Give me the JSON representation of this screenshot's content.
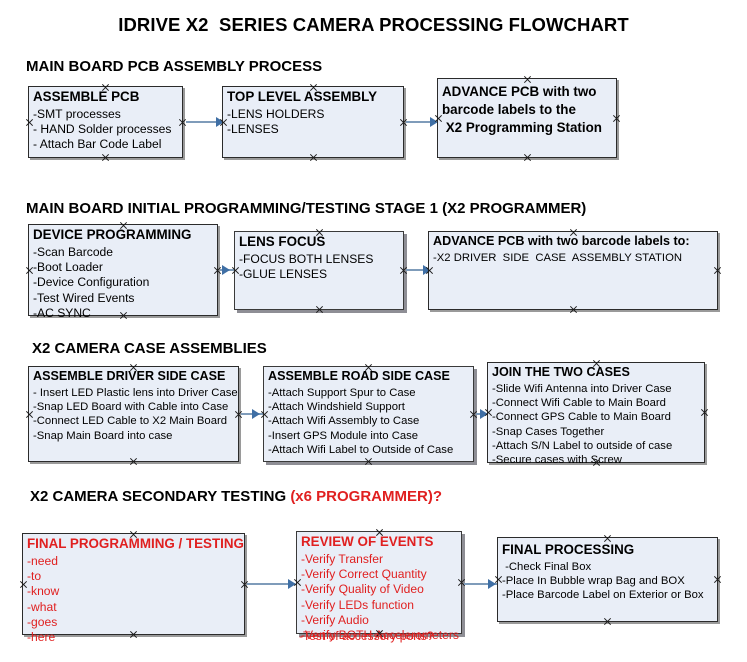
{
  "document": {
    "title": "IDRIVE X2  SERIES CAMERA PROCESSING FLOWCHART"
  },
  "colors": {
    "node_fill": "#e9eef7",
    "node_border": "#2b2b2b",
    "connector": "#7f9cba",
    "accent_red": "#e02020"
  },
  "sections": [
    {
      "heading": "MAIN BOARD PCB ASSEMBLY PROCESS",
      "heading_red": "",
      "nodes": [
        {
          "header": "ASSEMBLE PCB",
          "items": [
            "-SMT processes",
            "- HAND Solder processes",
            "- Attach Bar Code Label"
          ]
        },
        {
          "header": "TOP LEVEL ASSEMBLY",
          "items": [
            "-LENS HOLDERS",
            "-LENSES"
          ]
        },
        {
          "header": "ADVANCE PCB with two",
          "items": [
            "barcode labels to the",
            " X2 Programming Station"
          ]
        }
      ]
    },
    {
      "heading": "MAIN BOARD INITIAL PROGRAMMING/TESTING STAGE 1 (X2 PROGRAMMER)",
      "heading_red": "",
      "nodes": [
        {
          "header": "DEVICE PROGRAMMING",
          "items": [
            "-Scan Barcode",
            "-Boot Loader",
            "-Device Configuration",
            "-Test Wired Events",
            "-AC SYNC"
          ]
        },
        {
          "header": "LENS FOCUS",
          "items": [
            "-FOCUS BOTH LENSES",
            "-GLUE LENSES"
          ]
        },
        {
          "header": "ADVANCE PCB with two barcode labels to:",
          "items": [
            "-X2 DRIVER  SIDE  CASE  ASSEMBLY STATION"
          ]
        }
      ]
    },
    {
      "heading": "X2 CAMERA CASE ASSEMBLIES",
      "heading_red": "",
      "nodes": [
        {
          "header": "ASSEMBLE DRIVER SIDE CASE",
          "items": [
            "- Insert LED Plastic lens into Driver Case",
            "-Snap LED Board with Cable into Case",
            "-Connect LED Cable to X2 Main Board",
            "-Snap Main Board into case"
          ]
        },
        {
          "header": "ASSEMBLE ROAD SIDE CASE",
          "items": [
            "-Attach Support Spur to Case",
            "-Attach Windshield Support",
            "-Attach Wifi Assembly to Case",
            "-Insert GPS Module into Case",
            "-Attach Wifi Label to Outside of Case"
          ]
        },
        {
          "header": "JOIN THE TWO CASES",
          "items": [
            "-Slide Wifi Antenna into Driver Case",
            "-Connect Wifi Cable to Main Board",
            "-Connect GPS Cable to Main Board",
            "-Snap Cases Together",
            "-Attach S/N Label to outside of case",
            "-Secure cases with Screw"
          ]
        }
      ]
    },
    {
      "heading": "X2 CAMERA SECONDARY TESTING ",
      "heading_red": "(x6 PROGRAMMER)?",
      "nodes": [
        {
          "header": "FINAL PROGRAMMING / TESTING",
          "items": [
            "-need",
            "-to",
            "-know",
            "-what",
            "-goes",
            "-here"
          ]
        },
        {
          "header": "REVIEW OF EVENTS",
          "items": [
            "-Verify Transfer",
            "-Verify Correct Quantity",
            "-Verify Quality of Video",
            "-Verify LEDs function",
            "-Verify Audio",
            "-Verify BOTH Accelerometers"
          ],
          "overflow_item": "-Test of accessory ports?"
        },
        {
          "header": "FINAL PROCESSING",
          "items": [
            " -Check Final Box",
            "-Place In Bubble wrap Bag and BOX",
            "-Place Barcode Label on Exterior or Box"
          ]
        }
      ]
    }
  ]
}
